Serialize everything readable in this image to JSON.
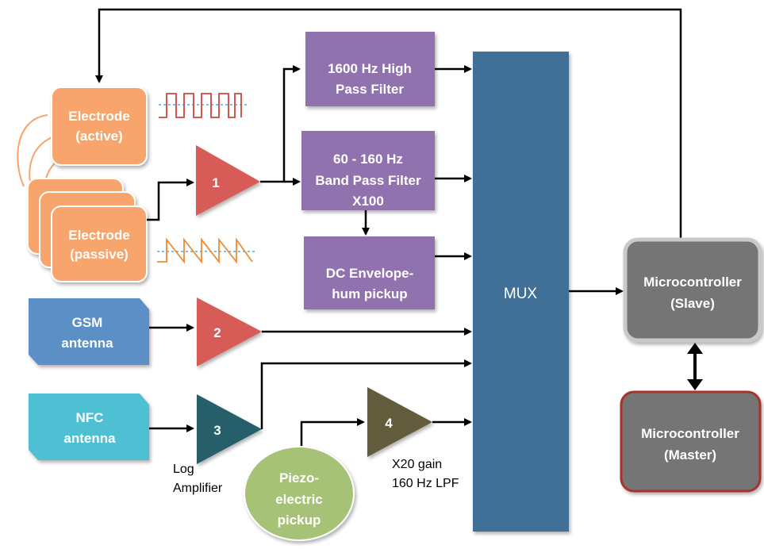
{
  "colors": {
    "electrode": "#f7a56c",
    "electrode_stroke": "#ffffff",
    "filter": "#8f72ae",
    "mux": "#3f6f98",
    "gsm": "#5b8fc5",
    "nfc": "#4fc0d4",
    "amp1": "#d75c59",
    "amp2": "#d75c59",
    "amp3": "#275f6b",
    "amp4": "#625c3e",
    "piezo": "#a6c276",
    "mcu": "#757575",
    "mcu_slave_border": "#c9c9c9",
    "mcu_master_border": "#a8322f",
    "square_wave": "#d0453e",
    "triangle_wave": "#f08b35",
    "dotted_line": "#55a7d8"
  },
  "electrode_active": {
    "line1": "Electrode",
    "line2": "(active)"
  },
  "electrode_passive": {
    "line1": "Electrode",
    "line2": "(passive)"
  },
  "gsm": {
    "line1": "GSM",
    "line2": "antenna"
  },
  "nfc": {
    "line1": "NFC",
    "line2": "antenna"
  },
  "amp1": {
    "label": "1"
  },
  "amp2": {
    "label": "2"
  },
  "amp3": {
    "label": "3",
    "caption1": "Log",
    "caption2": "Amplifier"
  },
  "amp4": {
    "label": "4",
    "caption1": "X20 gain",
    "caption2": "160 Hz LPF"
  },
  "hpf": {
    "line1": "1600 Hz High",
    "line2": "Pass Filter"
  },
  "bpf": {
    "line1": "60 - 160 Hz",
    "line2": "Band Pass Filter",
    "line3": "X100"
  },
  "dc": {
    "line1": "DC Envelope-",
    "line2": "hum pickup"
  },
  "mux": {
    "label": "MUX"
  },
  "piezo": {
    "line1": "Piezo-",
    "line2": "electric",
    "line3": "pickup"
  },
  "mcu_slave": {
    "line1": "Microcontroller",
    "line2": "(Slave)"
  },
  "mcu_master": {
    "line1": "Microcontroller",
    "line2": "(Master)"
  }
}
